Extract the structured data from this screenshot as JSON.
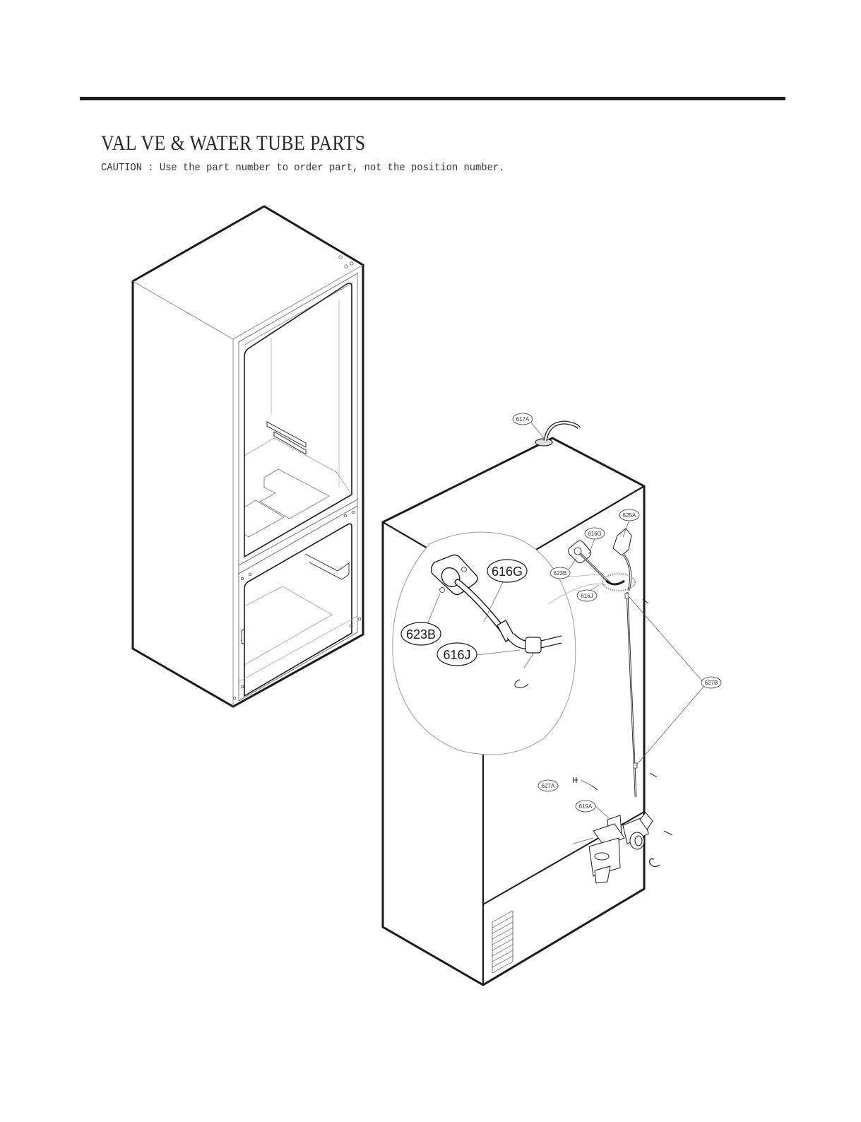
{
  "header": {
    "title": "VAL VE & WATER TUBE PARTS",
    "caution": "CAUTION : Use the part number to order part, not the position number."
  },
  "diagram": {
    "left_view": "refrigerator-front-open-isometric",
    "right_view": "refrigerator-rear-isometric",
    "detail_callouts": [
      {
        "label": "623B"
      },
      {
        "label": "616G"
      },
      {
        "label": "616J"
      }
    ],
    "callouts": [
      {
        "label": "617A"
      },
      {
        "label": "625A"
      },
      {
        "label": "616G"
      },
      {
        "label": "623B"
      },
      {
        "label": "616J"
      },
      {
        "label": "627B"
      },
      {
        "label": "627A"
      },
      {
        "label": "619A"
      }
    ]
  }
}
